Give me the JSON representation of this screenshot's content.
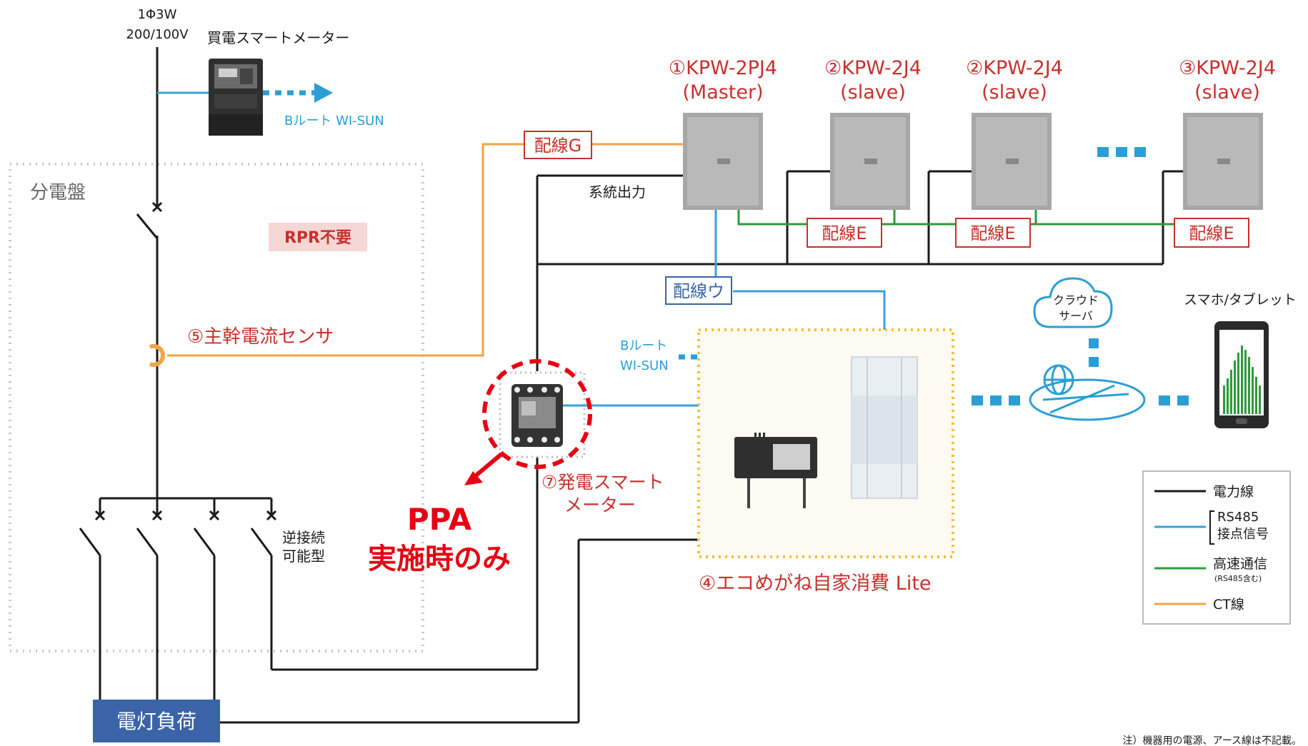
{
  "supply": {
    "phase": "1Φ3W",
    "voltage": "200/100V"
  },
  "purchase_meter": {
    "label": "買電スマートメーター",
    "route": "Bルート WI-SUN"
  },
  "panel": {
    "label": "分電盤",
    "rpr_badge": "RPR不要"
  },
  "ct_sensor": {
    "label": "⑤主幹電流センサ"
  },
  "pcs_units": [
    {
      "line1": "①KPW-2PJ4",
      "line2": "(Master)"
    },
    {
      "line1": "②KPW-2J4",
      "line2": "(slave)"
    },
    {
      "line1": "②KPW-2J4",
      "line2": "(slave)"
    },
    {
      "line1": "③KPW-2J4",
      "line2": "(slave)"
    }
  ],
  "wiring": {
    "g": "配線G",
    "e": "配線E",
    "u": "配線ウ",
    "grid_output": "系統出力"
  },
  "gen_meter": {
    "line1": "⑦発電スマート",
    "line2": "メーター",
    "route_line1": "Bルート",
    "route_line2": "WI-SUN"
  },
  "ppa_note": {
    "line1": "PPA",
    "line2": "実施時のみ"
  },
  "ecomegane": {
    "label": "④エコめがね自家消費 Lite"
  },
  "cloud": {
    "line1": "クラウド",
    "line2": "サーバ"
  },
  "device": {
    "label": "スマホ/タブレット"
  },
  "breaker": {
    "label_line1": "逆接続",
    "label_line2": "可能型"
  },
  "load": {
    "label": "電灯負荷"
  },
  "legend": {
    "power": "電力線",
    "rs485_line1": "RS485",
    "rs485_line2": "接点信号",
    "highspeed": "高速通信",
    "highspeed_sub": "(RS485含む)",
    "ct": "CT線"
  },
  "footnote": "注）機器用の電源、アース線は不記載。",
  "colors": {
    "power": "#1a1a1a",
    "rs485": "#3aa0d8",
    "highspeed": "#2e9a3c",
    "ct": "#f2a444",
    "accent_red": "#c9302c",
    "load_box": "#3a63a8"
  }
}
